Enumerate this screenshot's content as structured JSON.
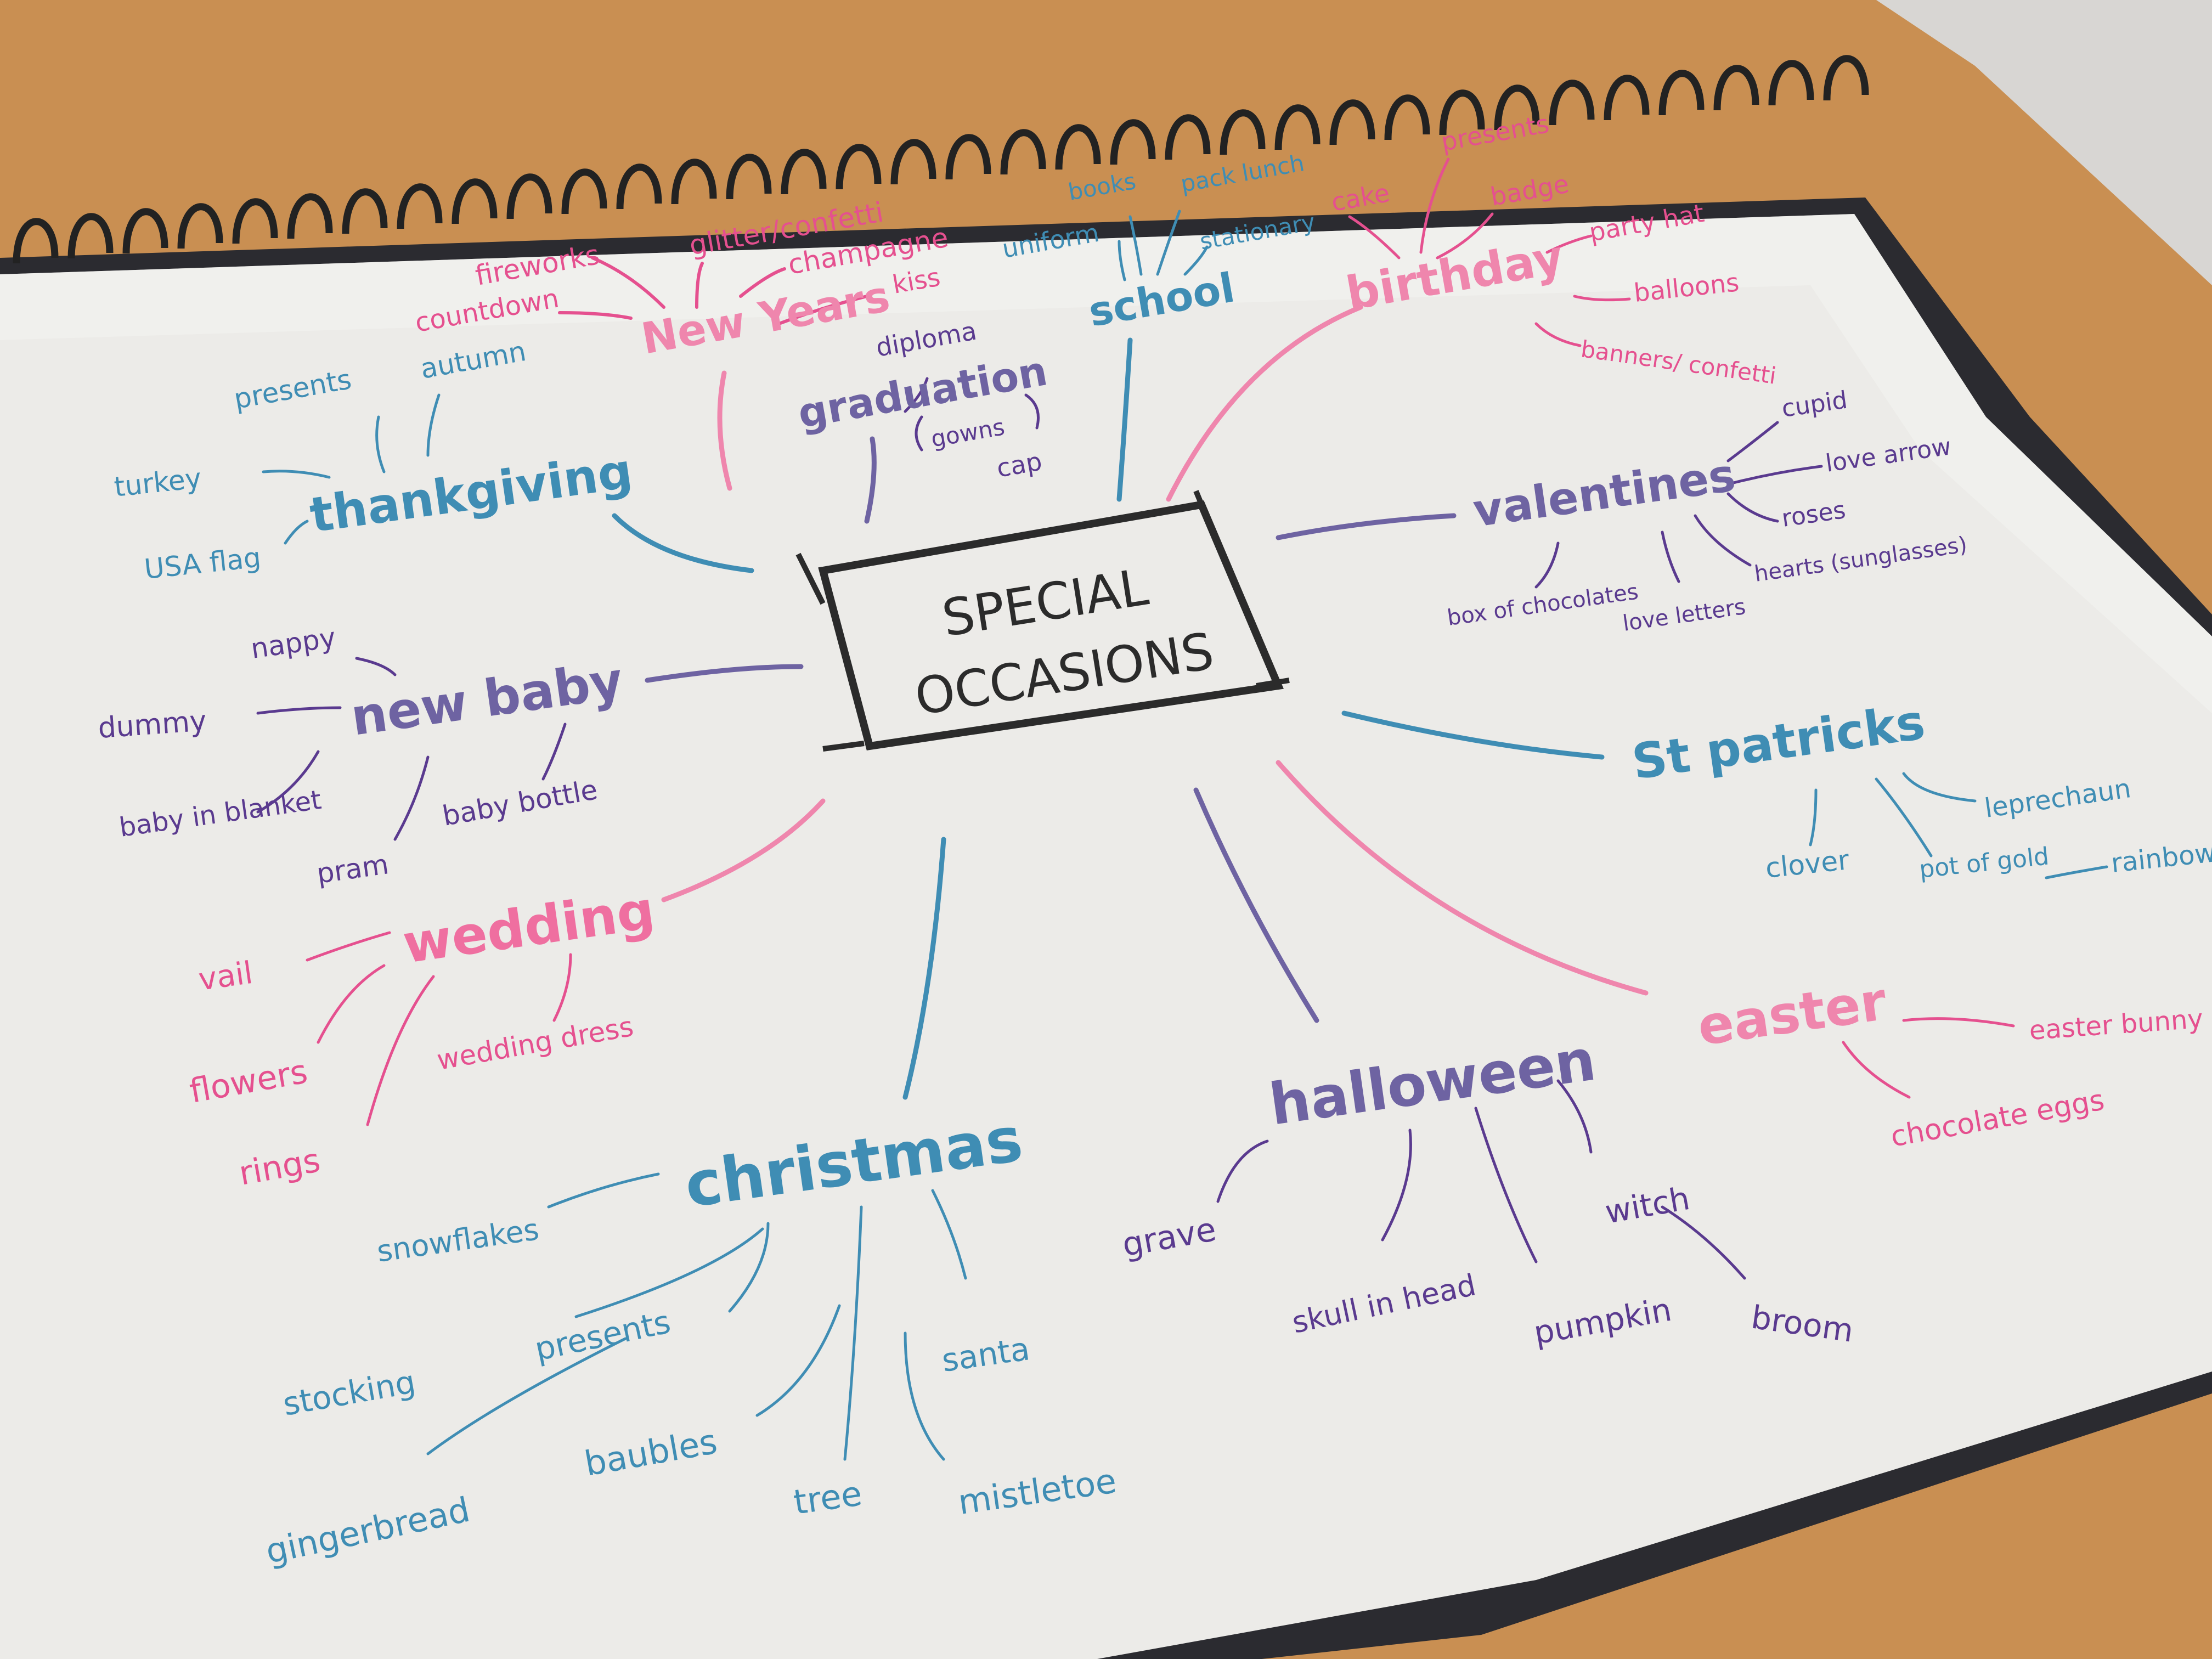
{
  "colors": {
    "pink": "#e5508f",
    "lightpink": "#ef86ad",
    "blue": "#3f8db4",
    "purple": "#6e63a2",
    "darkpurple": "#5a3a8f",
    "center": "#2b2b2b"
  },
  "mindmap": {
    "center": {
      "line1": "SPECIAL",
      "line2": "OCCASIONS"
    },
    "branches": [
      {
        "key": "new_years",
        "label": "New Years",
        "color": "lightpink",
        "items": [
          "fireworks",
          "glitter/confetti",
          "champagne",
          "kiss",
          "countdown"
        ]
      },
      {
        "key": "graduation",
        "label": "graduation",
        "color": "purple",
        "items": [
          "diploma",
          "gowns",
          "cap"
        ]
      },
      {
        "key": "school",
        "label": "school",
        "color": "blue",
        "items": [
          "books",
          "pack lunch",
          "uniform",
          "stationary"
        ]
      },
      {
        "key": "birthday",
        "label": "birthday",
        "color": "lightpink",
        "items": [
          "presents",
          "cake",
          "badge",
          "party hat",
          "balloons",
          "banners/ confetti"
        ]
      },
      {
        "key": "thanksgiving",
        "label": "thankgiving",
        "color": "blue",
        "items": [
          "presents",
          "autumn",
          "turkey",
          "USA flag"
        ]
      },
      {
        "key": "valentines",
        "label": "valentines",
        "color": "purple",
        "items": [
          "cupid",
          "love arrow",
          "roses",
          "hearts (sunglasses)",
          "box of chocolates",
          "love letters"
        ]
      },
      {
        "key": "new_baby",
        "label": "new baby",
        "color": "purple",
        "items": [
          "nappy",
          "dummy",
          "baby in blanket",
          "pram",
          "baby bottle"
        ]
      },
      {
        "key": "st_patricks",
        "label": "St patricks",
        "color": "blue",
        "items": [
          "leprechaun",
          "clover",
          "pot of gold",
          "rainbow"
        ]
      },
      {
        "key": "wedding",
        "label": "wedding",
        "color": "pink",
        "items": [
          "vail",
          "flowers",
          "rings",
          "wedding dress"
        ]
      },
      {
        "key": "easter",
        "label": "easter",
        "color": "lightpink",
        "items": [
          "easter bunny",
          "chocolate eggs"
        ]
      },
      {
        "key": "christmas",
        "label": "christmas",
        "color": "blue",
        "items": [
          "snowflakes",
          "stocking",
          "presents",
          "gingerbread",
          "baubles",
          "tree",
          "santa",
          "mistletoe"
        ]
      },
      {
        "key": "halloween",
        "label": "halloween",
        "color": "purple",
        "items": [
          "grave",
          "skull in head",
          "pumpkin",
          "witch",
          "broom"
        ]
      }
    ]
  }
}
